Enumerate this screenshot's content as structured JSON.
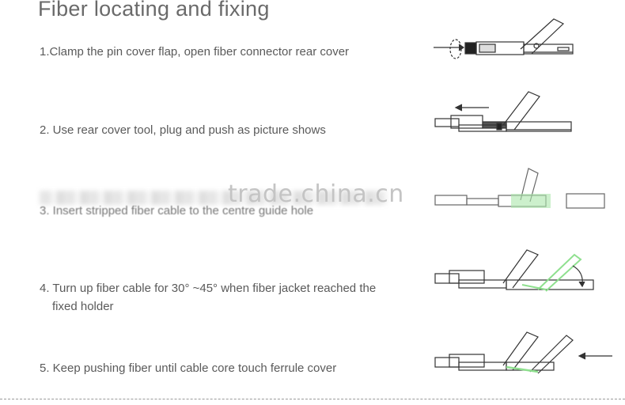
{
  "title": "Fiber locating and fixing",
  "steps": [
    {
      "text": "1.Clamp the pin cover flap, open fiber connector rear cover"
    },
    {
      "text": "2. Use rear cover tool, plug and push as picture shows"
    },
    {
      "text": "3. Insert stripped fiber cable to the centre guide hole"
    },
    {
      "text": "4. Turn up fiber cable for 30°   ~45°   when fiber jacket reached the",
      "cont": "fixed holder"
    },
    {
      "text": "5. Keep pushing fiber until cable core touch ferrule cover"
    }
  ],
  "watermark": "trade.china.cn",
  "colors": {
    "text": "#5a5a5a",
    "line": "#333333",
    "fiber_green": "#8fe08f"
  }
}
